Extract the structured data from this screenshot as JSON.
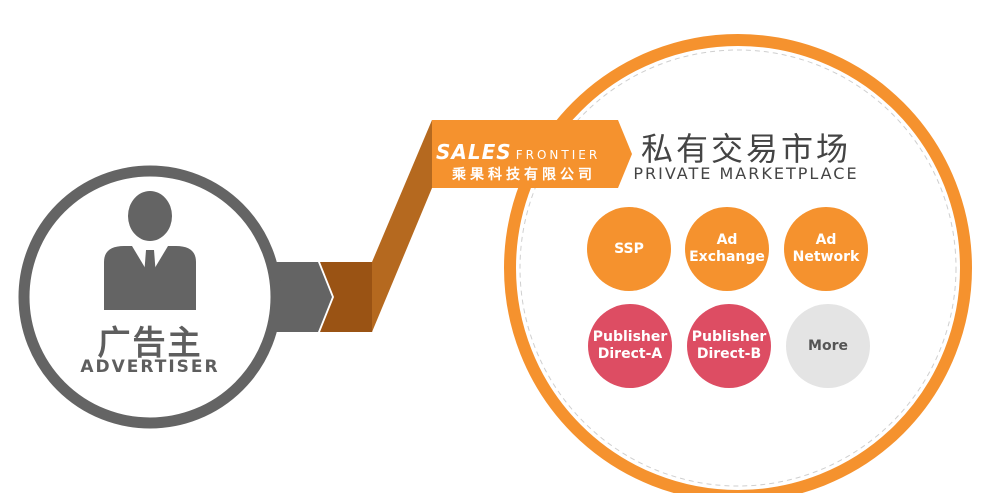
{
  "advertiser": {
    "label_cn": "广告主",
    "label_en": "ADVERTISER",
    "icon": "businessman-icon"
  },
  "brand": {
    "logo_main": "SALES",
    "logo_sub": "FRONTIER",
    "company_cn": "乘果科技有限公司"
  },
  "marketplace": {
    "title_cn": "私有交易市场",
    "title_en": "PRIVATE MARKETPLACE",
    "nodes": [
      {
        "label": "SSP",
        "color": "#f5922e"
      },
      {
        "label": "Ad Exchange",
        "color": "#f5922e"
      },
      {
        "label": "Ad Network",
        "color": "#f5922e"
      },
      {
        "label": "Publisher Direct-A",
        "color": "#dd4d63"
      },
      {
        "label": "Publisher Direct-B",
        "color": "#dd4d63"
      },
      {
        "label": "More",
        "color": "#e4e4e4"
      }
    ]
  },
  "colors": {
    "accent_orange": "#f5922e",
    "dark_orange": "#a55f1c",
    "grey": "#5e5e5e",
    "red": "#dd4d63"
  }
}
